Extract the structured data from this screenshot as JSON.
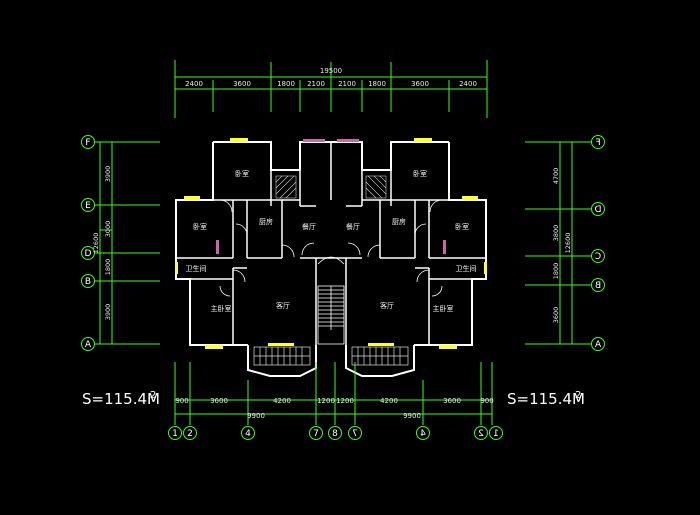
{
  "colors": {
    "background": "#000000",
    "wall": "#ffffff",
    "dimension_line": "#39ff14",
    "axis_circle": "#39ff14",
    "window": "#ffff33",
    "door": "#ff66cc",
    "text": "#ffffff"
  },
  "top_dims": {
    "total": "19500",
    "segments": [
      "2400",
      "3600",
      "1800",
      "2100",
      "2100",
      "1800",
      "3600",
      "2400"
    ]
  },
  "bottom_dims": {
    "segments": [
      "900",
      "3600",
      "4200",
      "1200",
      "1200",
      "4200",
      "3600",
      "900"
    ],
    "totals": [
      "9900",
      "9900"
    ]
  },
  "left_dims": {
    "segments": [
      "3900",
      "3000",
      "1800",
      "3900"
    ],
    "total": "12600"
  },
  "right_dims": {
    "segments": [
      "4700",
      "3800",
      "1800",
      "3600"
    ],
    "total": "12600"
  },
  "axes_left": [
    "F",
    "E",
    "D",
    "B",
    "A"
  ],
  "axes_right": [
    "F",
    "D",
    "C",
    "B",
    "A"
  ],
  "axes_bottom": [
    "1",
    "2",
    "4",
    "7",
    "8",
    "7",
    "4",
    "2",
    "1"
  ],
  "rooms": {
    "bedroom": "卧室",
    "kitchen": "厨房",
    "dining": "餐厅",
    "bathroom": "卫生间",
    "master_bedroom": "主卧室",
    "living": "客厅"
  },
  "area": {
    "left_text": "S=115.4M",
    "left_sup": "2",
    "right_text": "S=115.4M",
    "right_sup": "2"
  }
}
